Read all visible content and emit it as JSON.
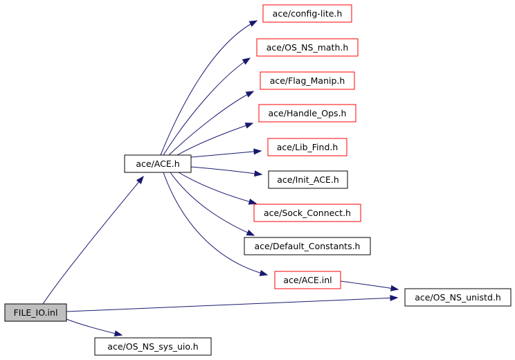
{
  "diagram": {
    "nodes": [
      {
        "id": "file_io",
        "label": "FILE_IO.inl",
        "style": "root"
      },
      {
        "id": "ace_h",
        "label": "ace/ACE.h",
        "style": "normal"
      },
      {
        "id": "config_lite",
        "label": "ace/config-lite.h",
        "style": "missing"
      },
      {
        "id": "os_ns_math",
        "label": "ace/OS_NS_math.h",
        "style": "missing"
      },
      {
        "id": "flag_manip",
        "label": "ace/Flag_Manip.h",
        "style": "missing"
      },
      {
        "id": "handle_ops",
        "label": "ace/Handle_Ops.h",
        "style": "missing"
      },
      {
        "id": "lib_find",
        "label": "ace/Lib_Find.h",
        "style": "missing"
      },
      {
        "id": "init_ace",
        "label": "ace/Init_ACE.h",
        "style": "normal"
      },
      {
        "id": "sock_connect",
        "label": "ace/Sock_Connect.h",
        "style": "missing"
      },
      {
        "id": "default_constants",
        "label": "ace/Default_Constants.h",
        "style": "normal"
      },
      {
        "id": "ace_inl",
        "label": "ace/ACE.inl",
        "style": "missing"
      },
      {
        "id": "os_ns_unistd",
        "label": "ace/OS_NS_unistd.h",
        "style": "normal"
      },
      {
        "id": "os_ns_sys_uio",
        "label": "ace/OS_NS_sys_uio.h",
        "style": "normal"
      }
    ],
    "edges": [
      {
        "from": "file_io",
        "to": "ace_h"
      },
      {
        "from": "file_io",
        "to": "os_ns_unistd"
      },
      {
        "from": "file_io",
        "to": "os_ns_sys_uio"
      },
      {
        "from": "ace_h",
        "to": "config_lite"
      },
      {
        "from": "ace_h",
        "to": "os_ns_math"
      },
      {
        "from": "ace_h",
        "to": "flag_manip"
      },
      {
        "from": "ace_h",
        "to": "handle_ops"
      },
      {
        "from": "ace_h",
        "to": "lib_find"
      },
      {
        "from": "ace_h",
        "to": "init_ace"
      },
      {
        "from": "ace_h",
        "to": "sock_connect"
      },
      {
        "from": "ace_h",
        "to": "default_constants"
      },
      {
        "from": "ace_h",
        "to": "ace_inl"
      },
      {
        "from": "ace_inl",
        "to": "os_ns_unistd"
      }
    ],
    "colors": {
      "edge": "#191970",
      "root_fill": "#bfbfbf",
      "missing_border": "#ff0000",
      "normal_border": "#000000"
    }
  }
}
